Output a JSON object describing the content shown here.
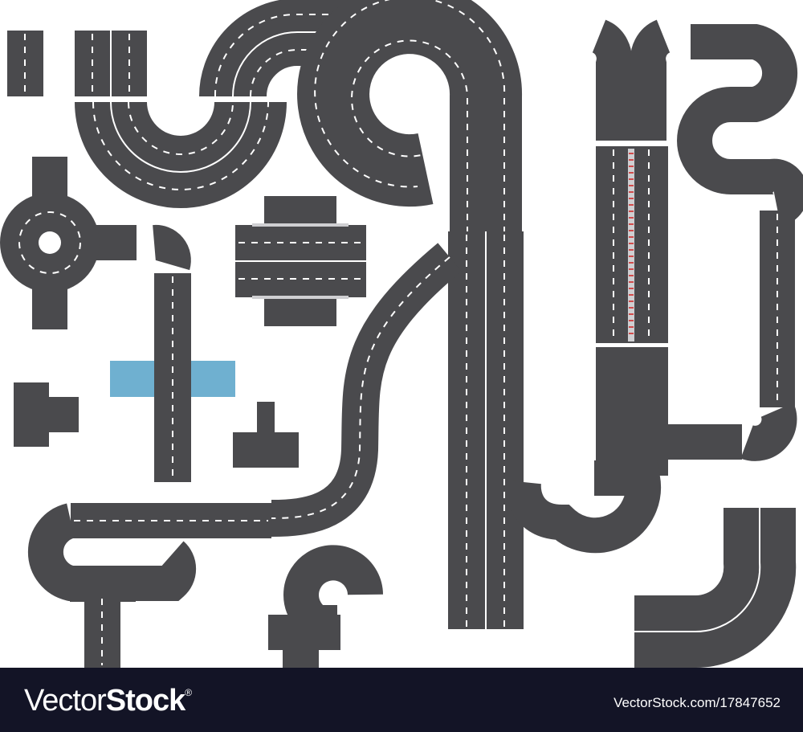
{
  "illustration": {
    "subject": "road-track-pieces",
    "colors": {
      "asphalt": "#4a4a4d",
      "marking": "#ffffff",
      "water": "#6fb0d0",
      "median": "#cfcfd2",
      "median_stripe": "#d24b4b",
      "background": "#ffffff"
    }
  },
  "footer": {
    "brand_light": "Vector",
    "brand_bold": "Stock",
    "registered": "®",
    "url": "VectorStock.com/17847652",
    "background": "#131426"
  }
}
